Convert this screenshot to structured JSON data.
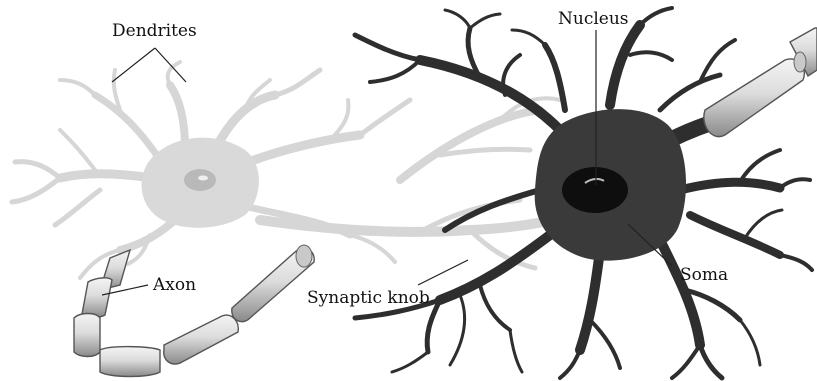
{
  "labels": {
    "dendrites": "Dendrites",
    "nucleus": "Nucleus",
    "axon": "Axon",
    "synaptic_knob": "Synaptic knob",
    "soma": "Soma"
  },
  "colors": {
    "light_neuron": "#d8d8d8",
    "dark_neuron": "#3b3b3b",
    "nucleus": "#111111",
    "myelin_light": "#e6e6e6",
    "myelin_shadow": "#8c8c8c",
    "leader_line": "#222222"
  }
}
